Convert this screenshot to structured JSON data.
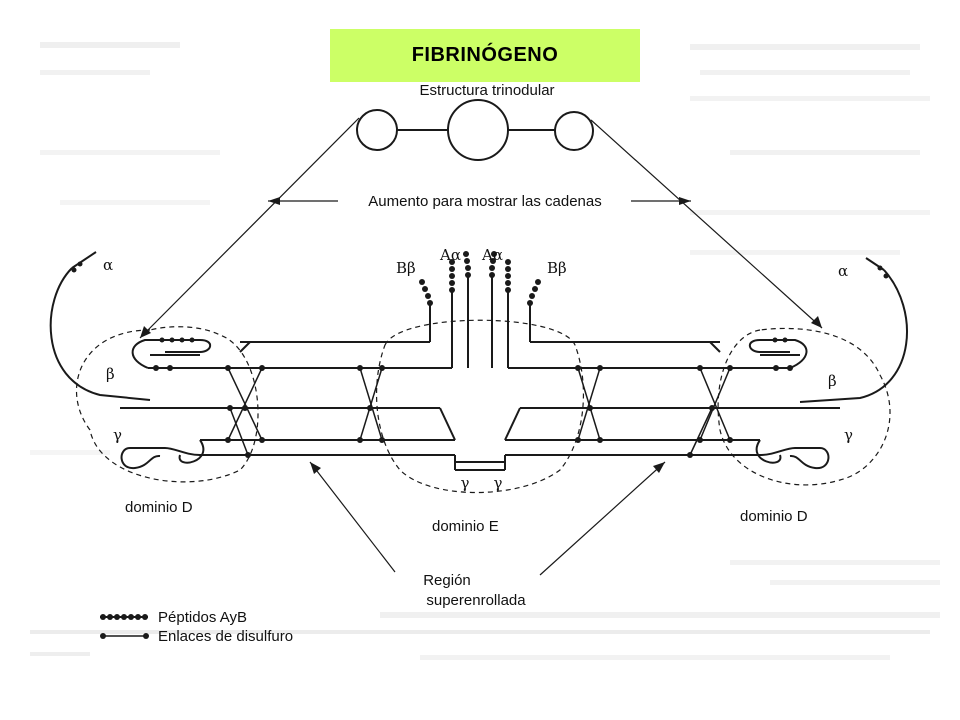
{
  "title": "FIBRINÓGENO",
  "labels": {
    "structure": "Estructura trinodular",
    "magnify": "Aumento para mostrar las cadenas",
    "alpha_left": "α",
    "alpha_right": "α",
    "beta_left": "β",
    "beta_right": "β",
    "gamma_left": "γ",
    "gamma_right": "γ",
    "gamma_center_1": "γ",
    "gamma_center_2": "γ",
    "b_beta_left": "Bβ",
    "a_alpha_left": "Aα",
    "a_alpha_right": "Aα",
    "b_beta_right": "Bβ",
    "domain_d_left": "dominio D",
    "domain_e": "dominio E",
    "domain_d_right": "dominio D",
    "region_line1": "Región",
    "region_line2": "superenrollada"
  },
  "legend": {
    "peptides": "Péptidos AyB",
    "disulfide": "Enlaces de disulfuro"
  },
  "colors": {
    "title_bg": "#ccff66",
    "ink": "#1a1a1a",
    "background": "#ffffff"
  }
}
